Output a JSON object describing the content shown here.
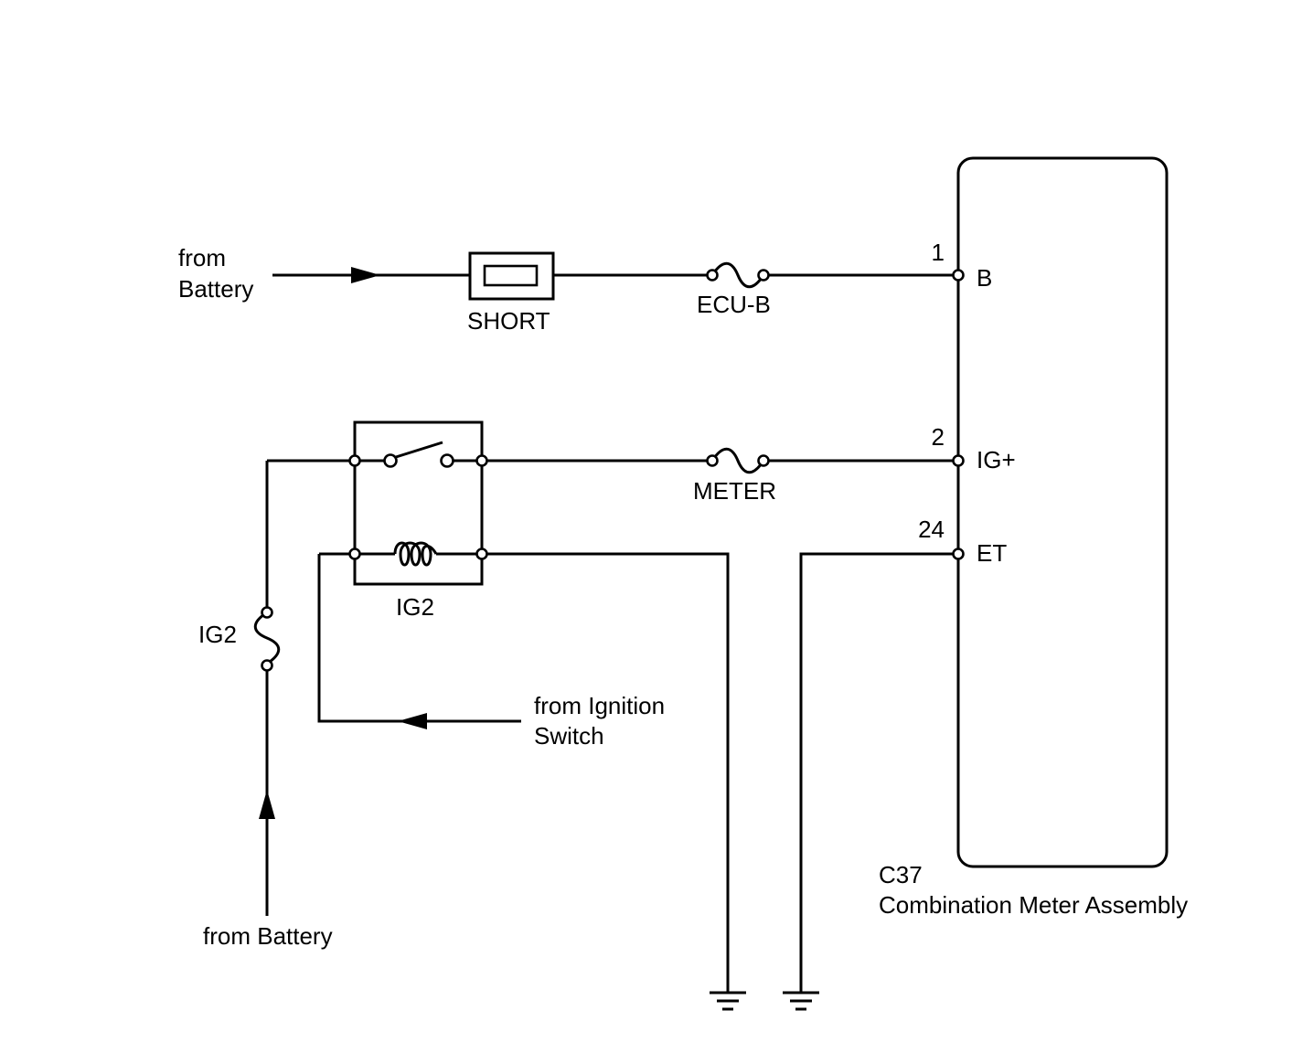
{
  "sources": {
    "battery_top": "from\nBattery",
    "battery_bottom": "from Battery",
    "ignition_switch": "from Ignition\nSwitch"
  },
  "fuses": {
    "short": "SHORT",
    "ecu_b": "ECU-B",
    "meter": "METER",
    "ig2": "IG2"
  },
  "relay": {
    "label": "IG2"
  },
  "component": {
    "code": "C37",
    "name": "Combination Meter Assembly",
    "pins": [
      {
        "number": "1",
        "name": "B"
      },
      {
        "number": "2",
        "name": "IG+"
      },
      {
        "number": "24",
        "name": "ET"
      }
    ]
  }
}
